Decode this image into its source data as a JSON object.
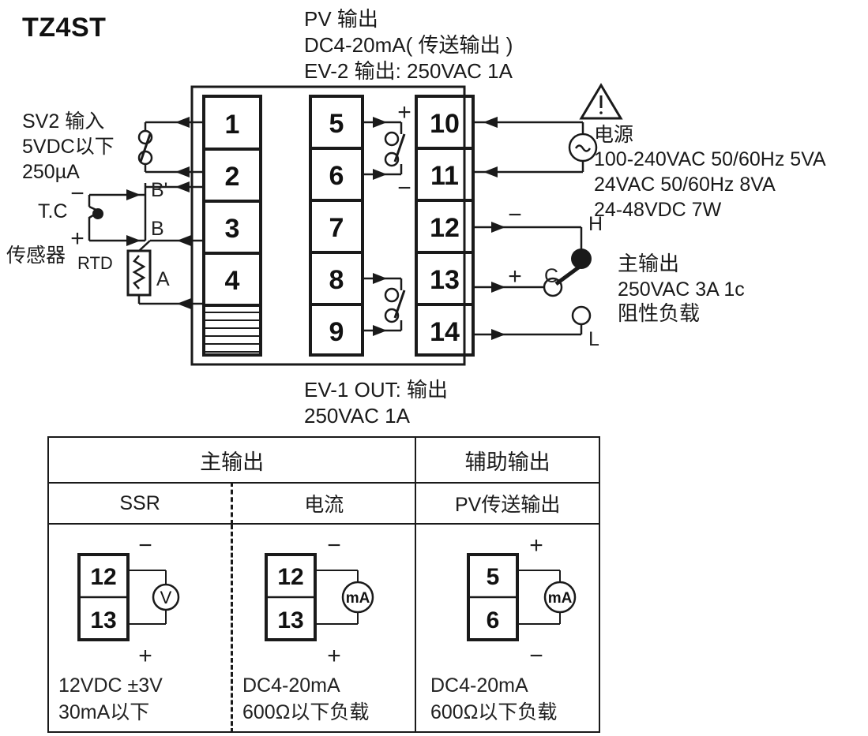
{
  "model": "TZ4ST",
  "top_notes": {
    "line1": "PV 输出",
    "line2": "DC4-20mA( 传送输出 )",
    "line3": "EV-2 输出: 250VAC 1A"
  },
  "bottom_note": {
    "line1": "EV-1 OUT: 输出",
    "line2": "250VAC 1A"
  },
  "left_inputs": {
    "sv2": {
      "line1": "SV2 输入",
      "line2": "5VDC以下",
      "line3": "250µA"
    },
    "tc_label": "T.C",
    "sensor_label": "传感器",
    "rtd_label": "RTD",
    "minus": "−",
    "plus": "+",
    "b_prime": "B'",
    "b": "B",
    "a": "A"
  },
  "power": {
    "warning_icon": "warning-triangle-icon",
    "source_icon": "ac-source-icon",
    "title": "电源",
    "line1": "100-240VAC 50/60Hz 5VA",
    "line2": "24VAC 50/60Hz 8VA",
    "line3": "24-48VDC 7W"
  },
  "main_output": {
    "minus": "−",
    "plus": "+",
    "c": "C",
    "h": "H",
    "l": "L",
    "title": "主输出",
    "line1": "250VAC 3A 1c",
    "line2": "阻性负载"
  },
  "terminals": {
    "left_column": [
      "1",
      "2",
      "3",
      "4"
    ],
    "middle_column": [
      "5",
      "6",
      "7",
      "8",
      "9"
    ],
    "right_column": [
      "10",
      "11",
      "12",
      "13",
      "14"
    ],
    "blank_hatched": true
  },
  "ev2_signs": {
    "plus": "+",
    "minus": "−"
  },
  "spec_table": {
    "headers": {
      "main": "主输出",
      "aux": "辅助输出"
    },
    "subheaders": {
      "ssr": "SSR",
      "current": "电流",
      "pv": "PV传送输出"
    },
    "cells": [
      {
        "name": "ssr",
        "terminals": [
          "12",
          "13"
        ],
        "top_sign": "−",
        "bottom_sign": "+",
        "meter": "V",
        "text_line1": "12VDC ±3V",
        "text_line2": "30mA以下"
      },
      {
        "name": "current",
        "terminals": [
          "12",
          "13"
        ],
        "top_sign": "−",
        "bottom_sign": "+",
        "meter": "mA",
        "text_line1": "DC4-20mA",
        "text_line2": "600Ω以下负载"
      },
      {
        "name": "pv-transmit",
        "terminals": [
          "5",
          "6"
        ],
        "top_sign": "+",
        "bottom_sign": "−",
        "meter": "mA",
        "text_line1": "DC4-20mA",
        "text_line2": "600Ω以下负载"
      }
    ]
  },
  "colors": {
    "line": "#1a1a1a",
    "text": "#222222",
    "bg": "#ffffff"
  }
}
